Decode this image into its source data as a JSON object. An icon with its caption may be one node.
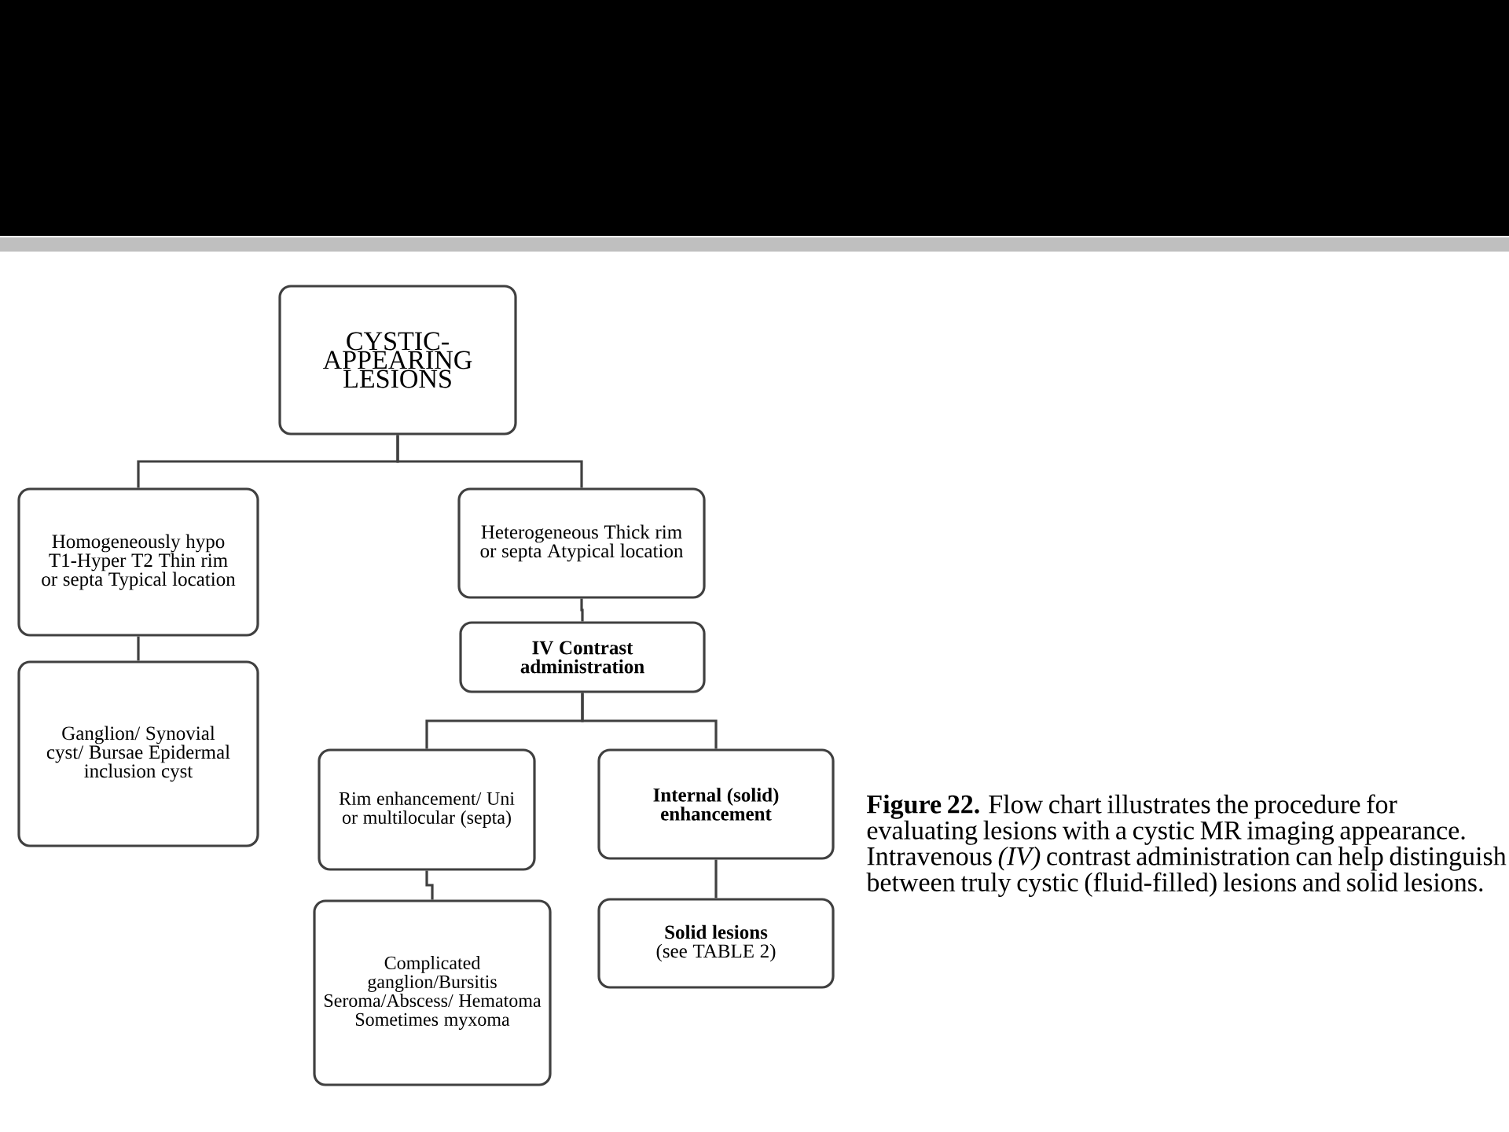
{
  "diagram": {
    "caption": "**Figure 22.** Flow chart illustrates the procedure for evaluating lesions with a cystic MR imaging appearance. Intravenous *(IV)* contrast administration can help distinguish between truly cystic (fluid-filled) lesions and solid lesions.",
    "nodes": [
      {
        "text": [
          "CYSTIC- APPEARING LESIONS"
        ]
      },
      {
        "text": [
          "Homogeneously hypo T1-Hyper T2 Thin rim or septa Typical location"
        ]
      },
      {
        "text": [
          "Ganglion/ Synovial cyst/ Bursae Epidermal inclusion cyst"
        ]
      },
      {
        "text": [
          "Heterogeneous Thick rim or septa Atypical location"
        ]
      },
      {
        "text": [
          "IV Contrast administration"
        ]
      },
      {
        "text": [
          "Rim enhancement/ Uni or multilocular (septa)"
        ]
      },
      {
        "text": [
          "Internal (solid) enhancement"
        ]
      },
      {
        "text": [
          "Complicated ganglion/Bursitis Seroma/Abscess/ Hematoma Sometimes myxoma"
        ]
      },
      {
        "text": [
          "Solid lesions",
          "(see TABLE 2)"
        ]
      }
    ],
    "edges": [
      {
        "from": 0,
        "to": 1,
        "arrow": "none"
      },
      {
        "from": 0,
        "to": 3,
        "arrow": "none"
      },
      {
        "from": 1,
        "to": 2,
        "arrow": "none"
      },
      {
        "from": 3,
        "to": 4,
        "arrow": "none"
      },
      {
        "from": 4,
        "to": 5,
        "arrow": "none"
      },
      {
        "from": 4,
        "to": 6,
        "arrow": "none"
      },
      {
        "from": 5,
        "to": 7,
        "arrow": "none"
      },
      {
        "from": 6,
        "to": 8,
        "arrow": "none"
      }
    ]
  }
}
